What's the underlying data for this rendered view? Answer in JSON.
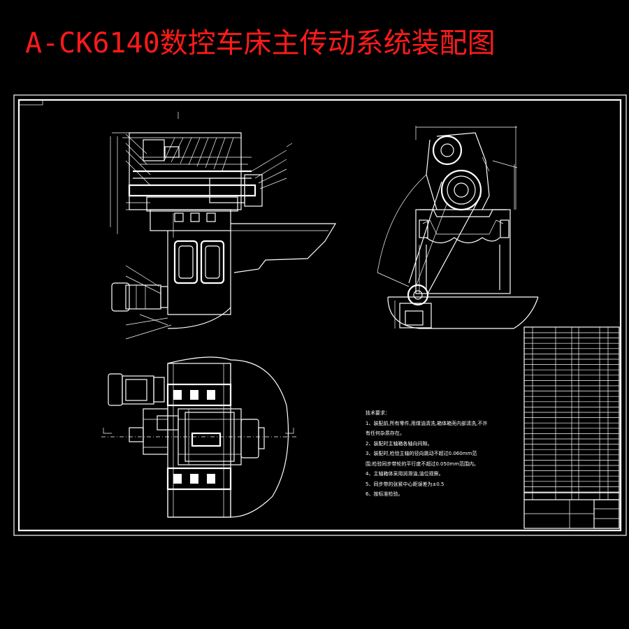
{
  "title": "A-CK6140数控车床主传动系统装配图",
  "notes": {
    "heading": "技术要求：",
    "items": [
      "1、装配前,所有零件,用煤油清洗,箱体箱壳内部清洗,不许",
      "有任何杂质存在。",
      "2、装配时主轴箱各轴向间隙。",
      "3、装配时,检验主轴的径向跳动不超过0.060mm范",
      "围;检验同步带轮的平行度不超过0.050mm范围内。",
      "4、主轴箱体采用润滑油,油位观察。",
      "5、同步带的张紧中心距误差为±0.5",
      "6、按标准检验。"
    ]
  },
  "colors": {
    "background": "#000000",
    "title": "#ff1a1a",
    "lines": "#ffffff"
  }
}
